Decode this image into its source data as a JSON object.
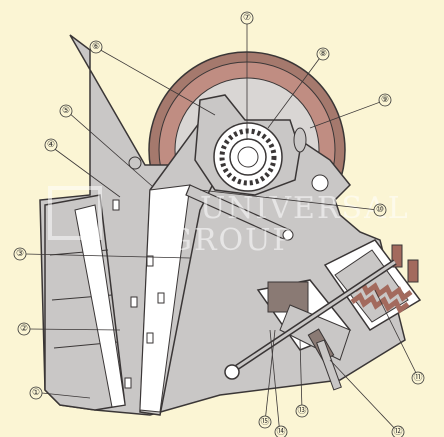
{
  "callouts": [
    "①",
    "②",
    "③",
    "④",
    "⑤",
    "⑥",
    "⑦",
    "⑧",
    "⑨",
    "⑩",
    "⑪",
    "⑫",
    "⑬",
    "⑭",
    "⑮"
  ],
  "watermark": {
    "line1": "UNIVERSAL",
    "line2": "GROUP"
  },
  "colors": {
    "background": "#fbf5d4",
    "body": "#c9c7c6",
    "outline": "#3a3636",
    "flywheel": "#a5796d",
    "flywheel_inner": "#c08d82",
    "spring": "#a36a5d",
    "block": "#8a7a74"
  }
}
